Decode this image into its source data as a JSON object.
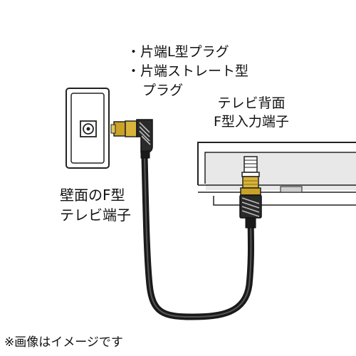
{
  "plug_types": {
    "line1": "・片端L型プラグ",
    "line2": "・片端ストレート型",
    "line3": "プラグ"
  },
  "tv_port": {
    "line1": "テレビ背面",
    "line2": "F型入力端子"
  },
  "wall_port": {
    "line1": "壁面のF型",
    "line2": "テレビ端子"
  },
  "footnote": "※画像はイメージです",
  "colors": {
    "outline": "#222222",
    "cable": "#1a1a1a",
    "gold": "#c9a227",
    "tv_gray": "#9a9a9a",
    "wall_plate": "#ffffff"
  }
}
